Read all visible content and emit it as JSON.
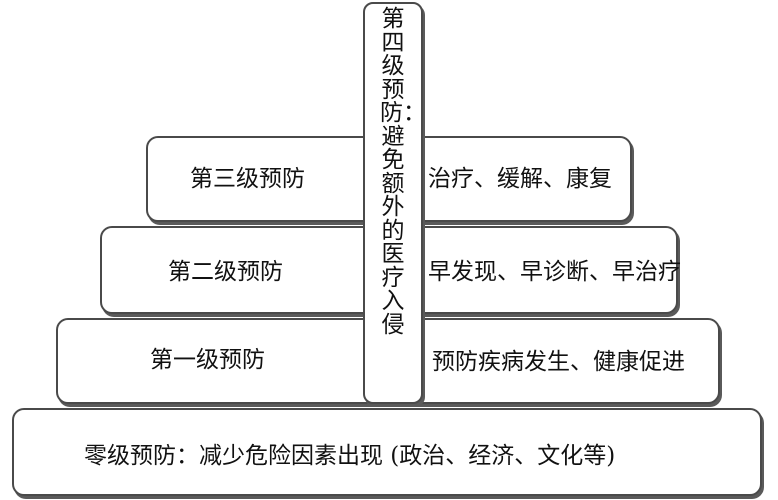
{
  "levels": {
    "level3": {
      "name": "第三级预防",
      "desc": "治疗、缓解、康复"
    },
    "level2": {
      "name": "第二级预防",
      "desc": "早发现、早诊断、早治疗"
    },
    "level1": {
      "name": "第一级预防",
      "desc": "预防疾病发生、健康促进"
    },
    "level0": {
      "text": "零级预防：减少危险因素出现 (政治、经济、文化等)"
    }
  },
  "level4": {
    "text": "第四级预防：避免额外的医疗入侵"
  }
}
